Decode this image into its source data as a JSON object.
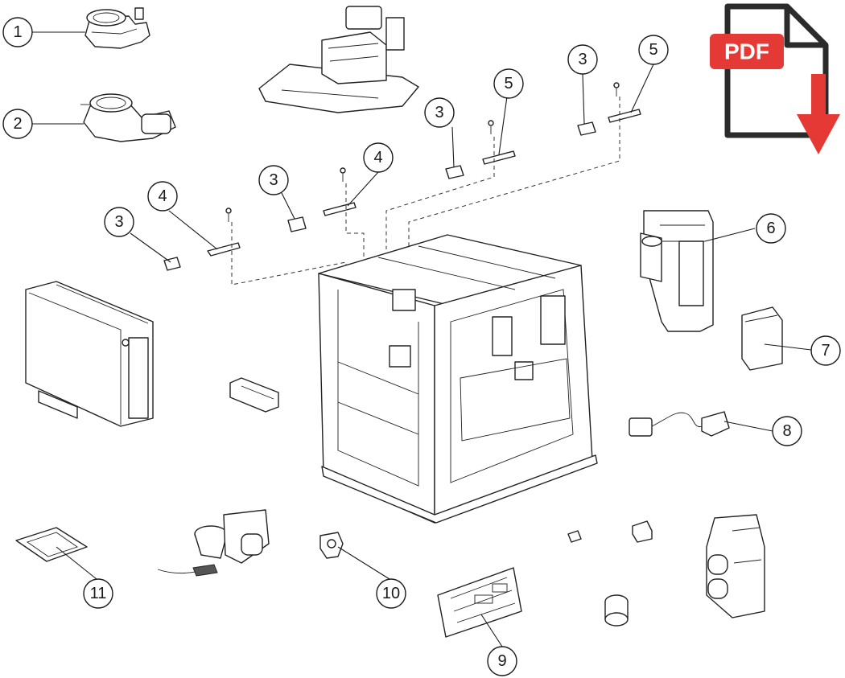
{
  "download_icon": {
    "label": "PDF",
    "name": "pdf-download-icon",
    "color_badge": "#e53935",
    "color_arrow": "#e53935"
  },
  "callouts": [
    {
      "id": "c1",
      "label": "1"
    },
    {
      "id": "c2",
      "label": "2"
    },
    {
      "id": "c3a",
      "label": "3"
    },
    {
      "id": "c3b",
      "label": "3"
    },
    {
      "id": "c3c",
      "label": "3"
    },
    {
      "id": "c3d",
      "label": "3"
    },
    {
      "id": "c4a",
      "label": "4"
    },
    {
      "id": "c4b",
      "label": "4"
    },
    {
      "id": "c5a",
      "label": "5"
    },
    {
      "id": "c5b",
      "label": "5"
    },
    {
      "id": "c6",
      "label": "6"
    },
    {
      "id": "c7",
      "label": "7"
    },
    {
      "id": "c8",
      "label": "8"
    },
    {
      "id": "c9",
      "label": "9"
    },
    {
      "id": "c10",
      "label": "10"
    },
    {
      "id": "c11",
      "label": "11"
    }
  ]
}
